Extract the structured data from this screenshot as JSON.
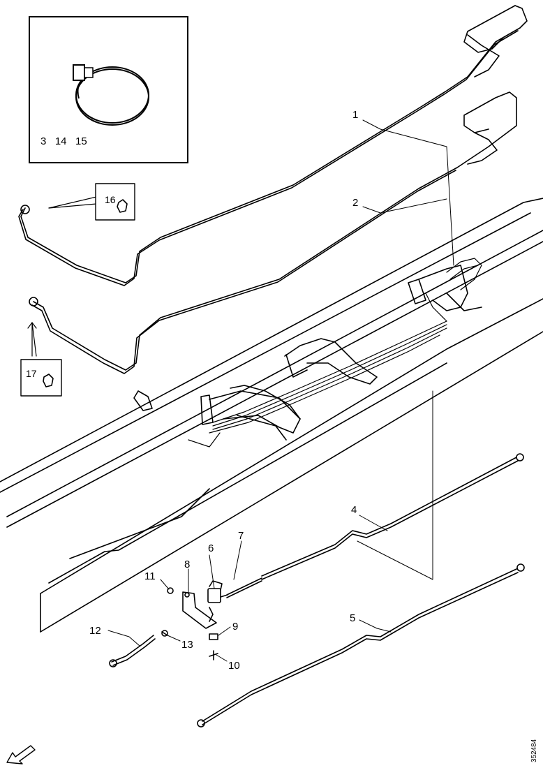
{
  "inset": {
    "part_numbers": "3   14   15"
  },
  "boxes": [
    {
      "id": "box16",
      "label": "16"
    },
    {
      "id": "box17",
      "label": "17"
    }
  ],
  "callouts": {
    "c1": "1",
    "c2": "2",
    "c4": "4",
    "c5": "5",
    "c6": "6",
    "c7": "7",
    "c8": "8",
    "c9": "9",
    "c10": "10",
    "c11": "11",
    "c12": "12",
    "c13": "13"
  },
  "drawing_id": "352484"
}
